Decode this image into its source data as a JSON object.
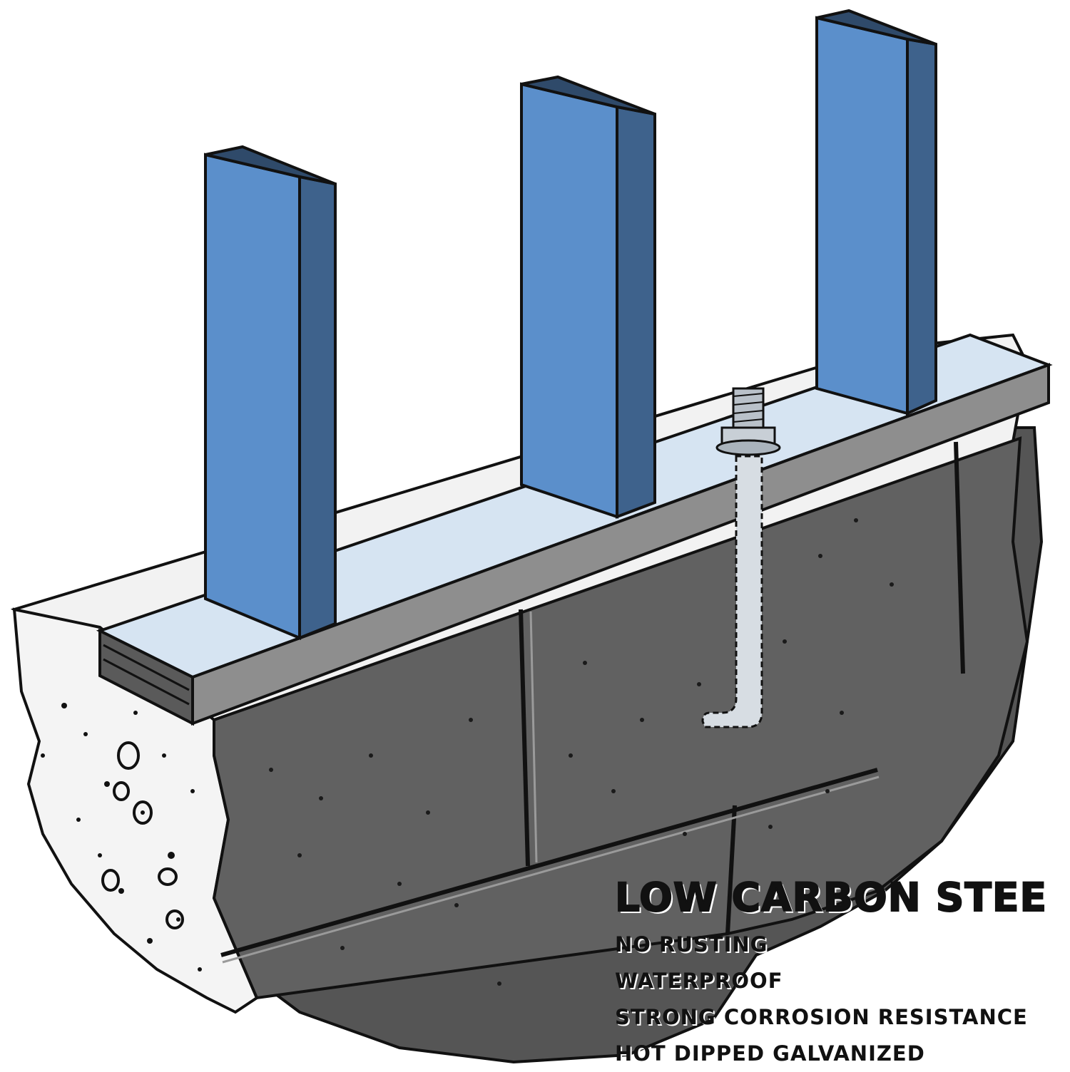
{
  "caption": {
    "headline": "LOW CARBON STEE",
    "features": [
      "NO RUSTING",
      "WATERPROOF",
      "STRONG CORROSION RESISTANCE",
      "HOT DIPPED GALVANIZED"
    ]
  },
  "colors": {
    "stud_front": "#5b8fcb",
    "stud_side": "#3e628c",
    "sill_top": "#d6e4f2",
    "sill_front": "#8e8e8e",
    "block_front": "#616161",
    "concrete_cut": "#f4f4f4",
    "anchor_bolt": "#cfd6dd",
    "outline": "#111111"
  },
  "icons": [
    "anchor-bolt-icon"
  ]
}
